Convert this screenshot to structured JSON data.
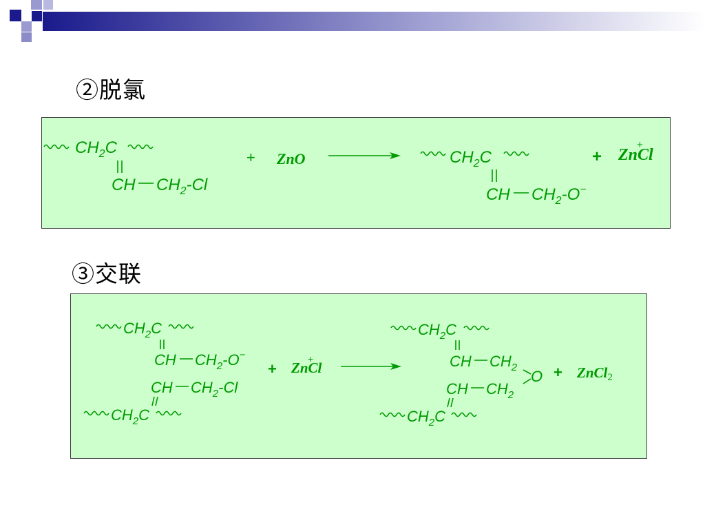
{
  "headings": {
    "dechlorination": "②脱氯",
    "crosslinking": "③交联"
  },
  "colors": {
    "formula": "#009900",
    "panel_background": "#ccffcc",
    "panel_border": "#3a3a3a",
    "logo_navy": "#1a1a8c",
    "logo_light": "#8c8cc8"
  },
  "reaction1": {
    "reactant": {
      "top_ch": "CH",
      "top_sub": "2",
      "top_c": "C",
      "bot_ch": "CH",
      "bot_ch2": "CH",
      "bot_sub": "2",
      "bot_end": "Cl"
    },
    "plus_1": "+",
    "reagent": "ZnO",
    "product": {
      "top_ch": "CH",
      "top_sub": "2",
      "top_c": "C",
      "bot_ch": "CH",
      "bot_ch2": "CH",
      "bot_sub": "2",
      "bot_end": "O",
      "bot_charge": "−"
    },
    "plus_2": "+",
    "byproduct": {
      "name": "ZnCl",
      "charge": "+"
    }
  },
  "reaction2": {
    "reactant_a": {
      "top_ch": "CH",
      "top_sub": "2",
      "top_c": "C",
      "bot_ch": "CH",
      "bot_ch2": "CH",
      "bot_sub": "2",
      "bot_end": "O",
      "bot_charge": "−"
    },
    "reactant_b": {
      "top_ch": "CH",
      "top_ch2": "CH",
      "top_sub": "2",
      "top_end": "Cl",
      "bot_ch": "CH",
      "bot_sub": "2",
      "bot_c": "C"
    },
    "plus_1": "+",
    "reagent": {
      "name": "ZnCl",
      "charge": "+"
    },
    "product": {
      "top_ch": "CH",
      "top_sub": "2",
      "top_c": "C",
      "mid_ch": "CH",
      "mid_ch2": "CH",
      "mid_sub": "2",
      "oxygen": "O",
      "low_ch": "CH",
      "low_ch2": "CH",
      "low_sub": "2",
      "bot_ch": "CH",
      "bot_sub": "2",
      "bot_c": "C"
    },
    "plus_2": "+",
    "byproduct": {
      "name": "ZnCl",
      "sub": "2"
    }
  }
}
